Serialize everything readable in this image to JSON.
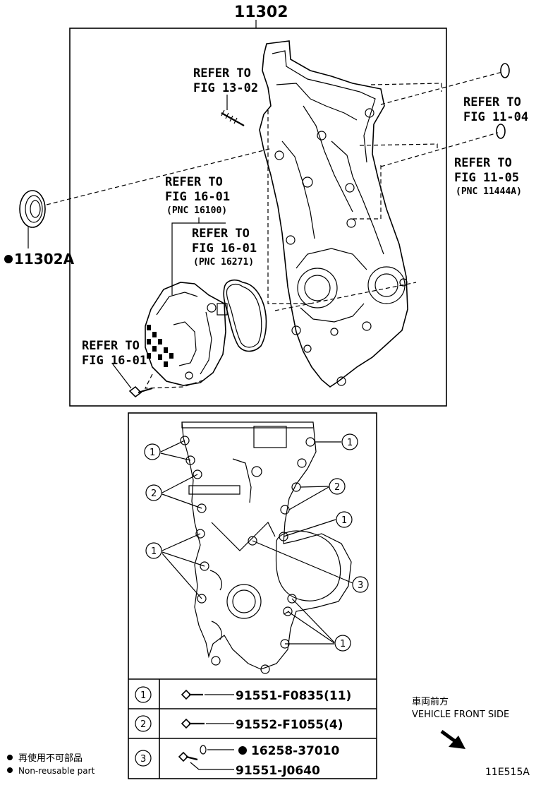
{
  "top_part_number": "11302",
  "seal_part_number": "11302A",
  "refer_fig_13_02": {
    "line1": "REFER TO",
    "line2": "FIG 13-02"
  },
  "refer_fig_11_04": {
    "line1": "REFER TO",
    "line2": "FIG 11-04"
  },
  "refer_fig_11_05": {
    "line1": "REFER TO",
    "line2": "FIG 11-05",
    "line3": "(PNC 11444A)"
  },
  "refer_fig_16_01_a": {
    "line1": "REFER TO",
    "line2": "FIG 16-01",
    "line3": "(PNC 16100)"
  },
  "refer_fig_16_01_b": {
    "line1": "REFER TO",
    "line2": "FIG 16-01",
    "line3": "(PNC 16271)"
  },
  "refer_fig_16_01_c": {
    "line1": "REFER TO",
    "line2": "FIG 16-01"
  },
  "callout_1": "1",
  "callout_2": "2",
  "callout_3": "3",
  "legend": [
    {
      "num": "1",
      "part": "91551-F0835(11)"
    },
    {
      "num": "2",
      "part": "91552-F1055(4)"
    },
    {
      "num": "3",
      "part_a": "16258-37010",
      "part_b": "91551-J0640"
    }
  ],
  "vehicle_front": {
    "jp": "車両前方",
    "en": "VEHICLE FRONT SIDE"
  },
  "non_reusable": {
    "jp": "再使用不可部品",
    "en": "Non-reusable part"
  },
  "figure_code": "11E515A"
}
